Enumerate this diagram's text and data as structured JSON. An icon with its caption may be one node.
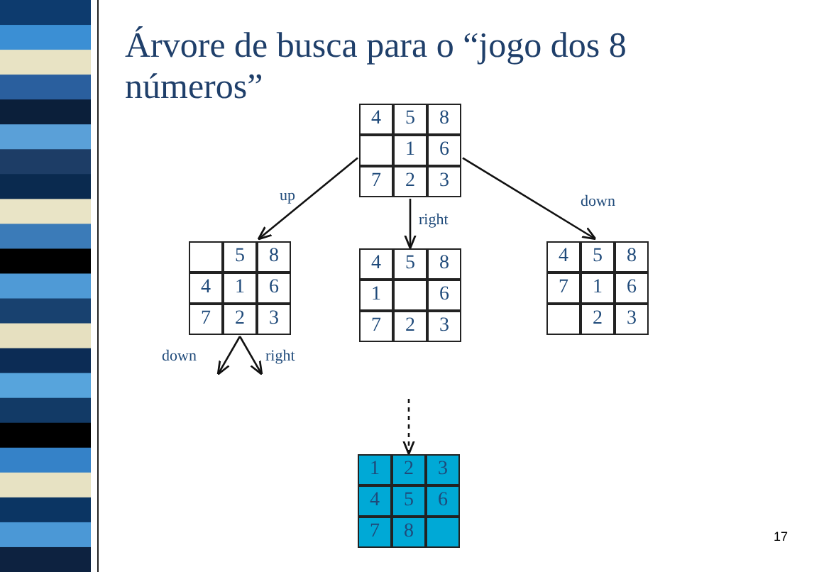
{
  "diagram": {
    "title": "Árvore de busca para o “jogo dos 8 números”",
    "nodes": [
      {
        "text": [],
        "shape": "box"
      },
      {
        "text": [
          "4"
        ],
        "in": 0
      },
      {
        "text": [
          "5"
        ],
        "in": 0
      },
      {
        "text": [
          "8"
        ],
        "in": 0
      },
      {
        "text": [],
        "shape": "box",
        "in": 0
      },
      {
        "text": [
          "1"
        ],
        "in": 0
      },
      {
        "text": [
          "6"
        ],
        "in": 0
      },
      {
        "text": [
          "7"
        ],
        "in": 0
      },
      {
        "text": [
          "2"
        ],
        "in": 0
      },
      {
        "text": [
          "3"
        ],
        "in": 0
      },
      {
        "text": [],
        "shape": "box"
      },
      {
        "text": [],
        "shape": "box",
        "in": 10
      },
      {
        "text": [
          "5"
        ],
        "in": 10
      },
      {
        "text": [
          "8"
        ],
        "in": 10
      },
      {
        "text": [
          "4"
        ],
        "in": 10
      },
      {
        "text": [
          "1"
        ],
        "in": 10
      },
      {
        "text": [
          "6"
        ],
        "in": 10
      },
      {
        "text": [
          "7"
        ],
        "in": 10
      },
      {
        "text": [
          "2"
        ],
        "in": 10
      },
      {
        "text": [
          "3"
        ],
        "in": 10
      },
      {
        "text": [],
        "shape": "box"
      },
      {
        "text": [
          "4"
        ],
        "in": 20
      },
      {
        "text": [
          "5"
        ],
        "in": 20
      },
      {
        "text": [
          "8"
        ],
        "in": 20
      },
      {
        "text": [
          "1"
        ],
        "in": 20
      },
      {
        "text": [],
        "shape": "box",
        "in": 20
      },
      {
        "text": [
          "6"
        ],
        "in": 20
      },
      {
        "text": [
          "7"
        ],
        "in": 20
      },
      {
        "text": [
          "2"
        ],
        "in": 20
      },
      {
        "text": [
          "3"
        ],
        "in": 20
      },
      {
        "text": [],
        "shape": "box"
      },
      {
        "text": [
          "4"
        ],
        "in": 30
      },
      {
        "text": [
          "5"
        ],
        "in": 30
      },
      {
        "text": [
          "8"
        ],
        "in": 30
      },
      {
        "text": [
          "7"
        ],
        "in": 30
      },
      {
        "text": [
          "1"
        ],
        "in": 30
      },
      {
        "text": [
          "6"
        ],
        "in": 30
      },
      {
        "text": [],
        "shape": "box",
        "in": 30
      },
      {
        "text": [
          "2"
        ],
        "in": 30
      },
      {
        "text": [
          "3"
        ],
        "in": 30
      },
      {
        "text": [],
        "shape": "box"
      },
      {
        "text": [
          "1"
        ],
        "in": 40
      },
      {
        "text": [
          "2"
        ],
        "in": 40
      },
      {
        "text": [
          "3"
        ],
        "in": 40
      },
      {
        "text": [
          "4"
        ],
        "in": 40
      },
      {
        "text": [
          "5"
        ],
        "in": 40
      },
      {
        "text": [
          "6"
        ],
        "in": 40
      },
      {
        "text": [
          "7"
        ],
        "in": 40
      },
      {
        "text": [
          "8"
        ],
        "in": 40
      },
      {
        "text": [],
        "shape": "box",
        "in": 40
      }
    ],
    "edges": [
      {
        "from": 0,
        "to": 10,
        "arrow": "to",
        "label": "up"
      },
      {
        "from": 0,
        "to": 20,
        "arrow": "to",
        "label": "right"
      },
      {
        "from": 0,
        "to": 30,
        "arrow": "to",
        "label": "down"
      },
      {
        "from": 10,
        "to": null,
        "arrow": "to",
        "label": "down"
      },
      {
        "from": 10,
        "to": null,
        "arrow": "to",
        "label": "right"
      },
      {
        "from": null,
        "to": 40,
        "arrow": "to",
        "style": "dashed"
      }
    ],
    "labels": [
      "17"
    ]
  }
}
